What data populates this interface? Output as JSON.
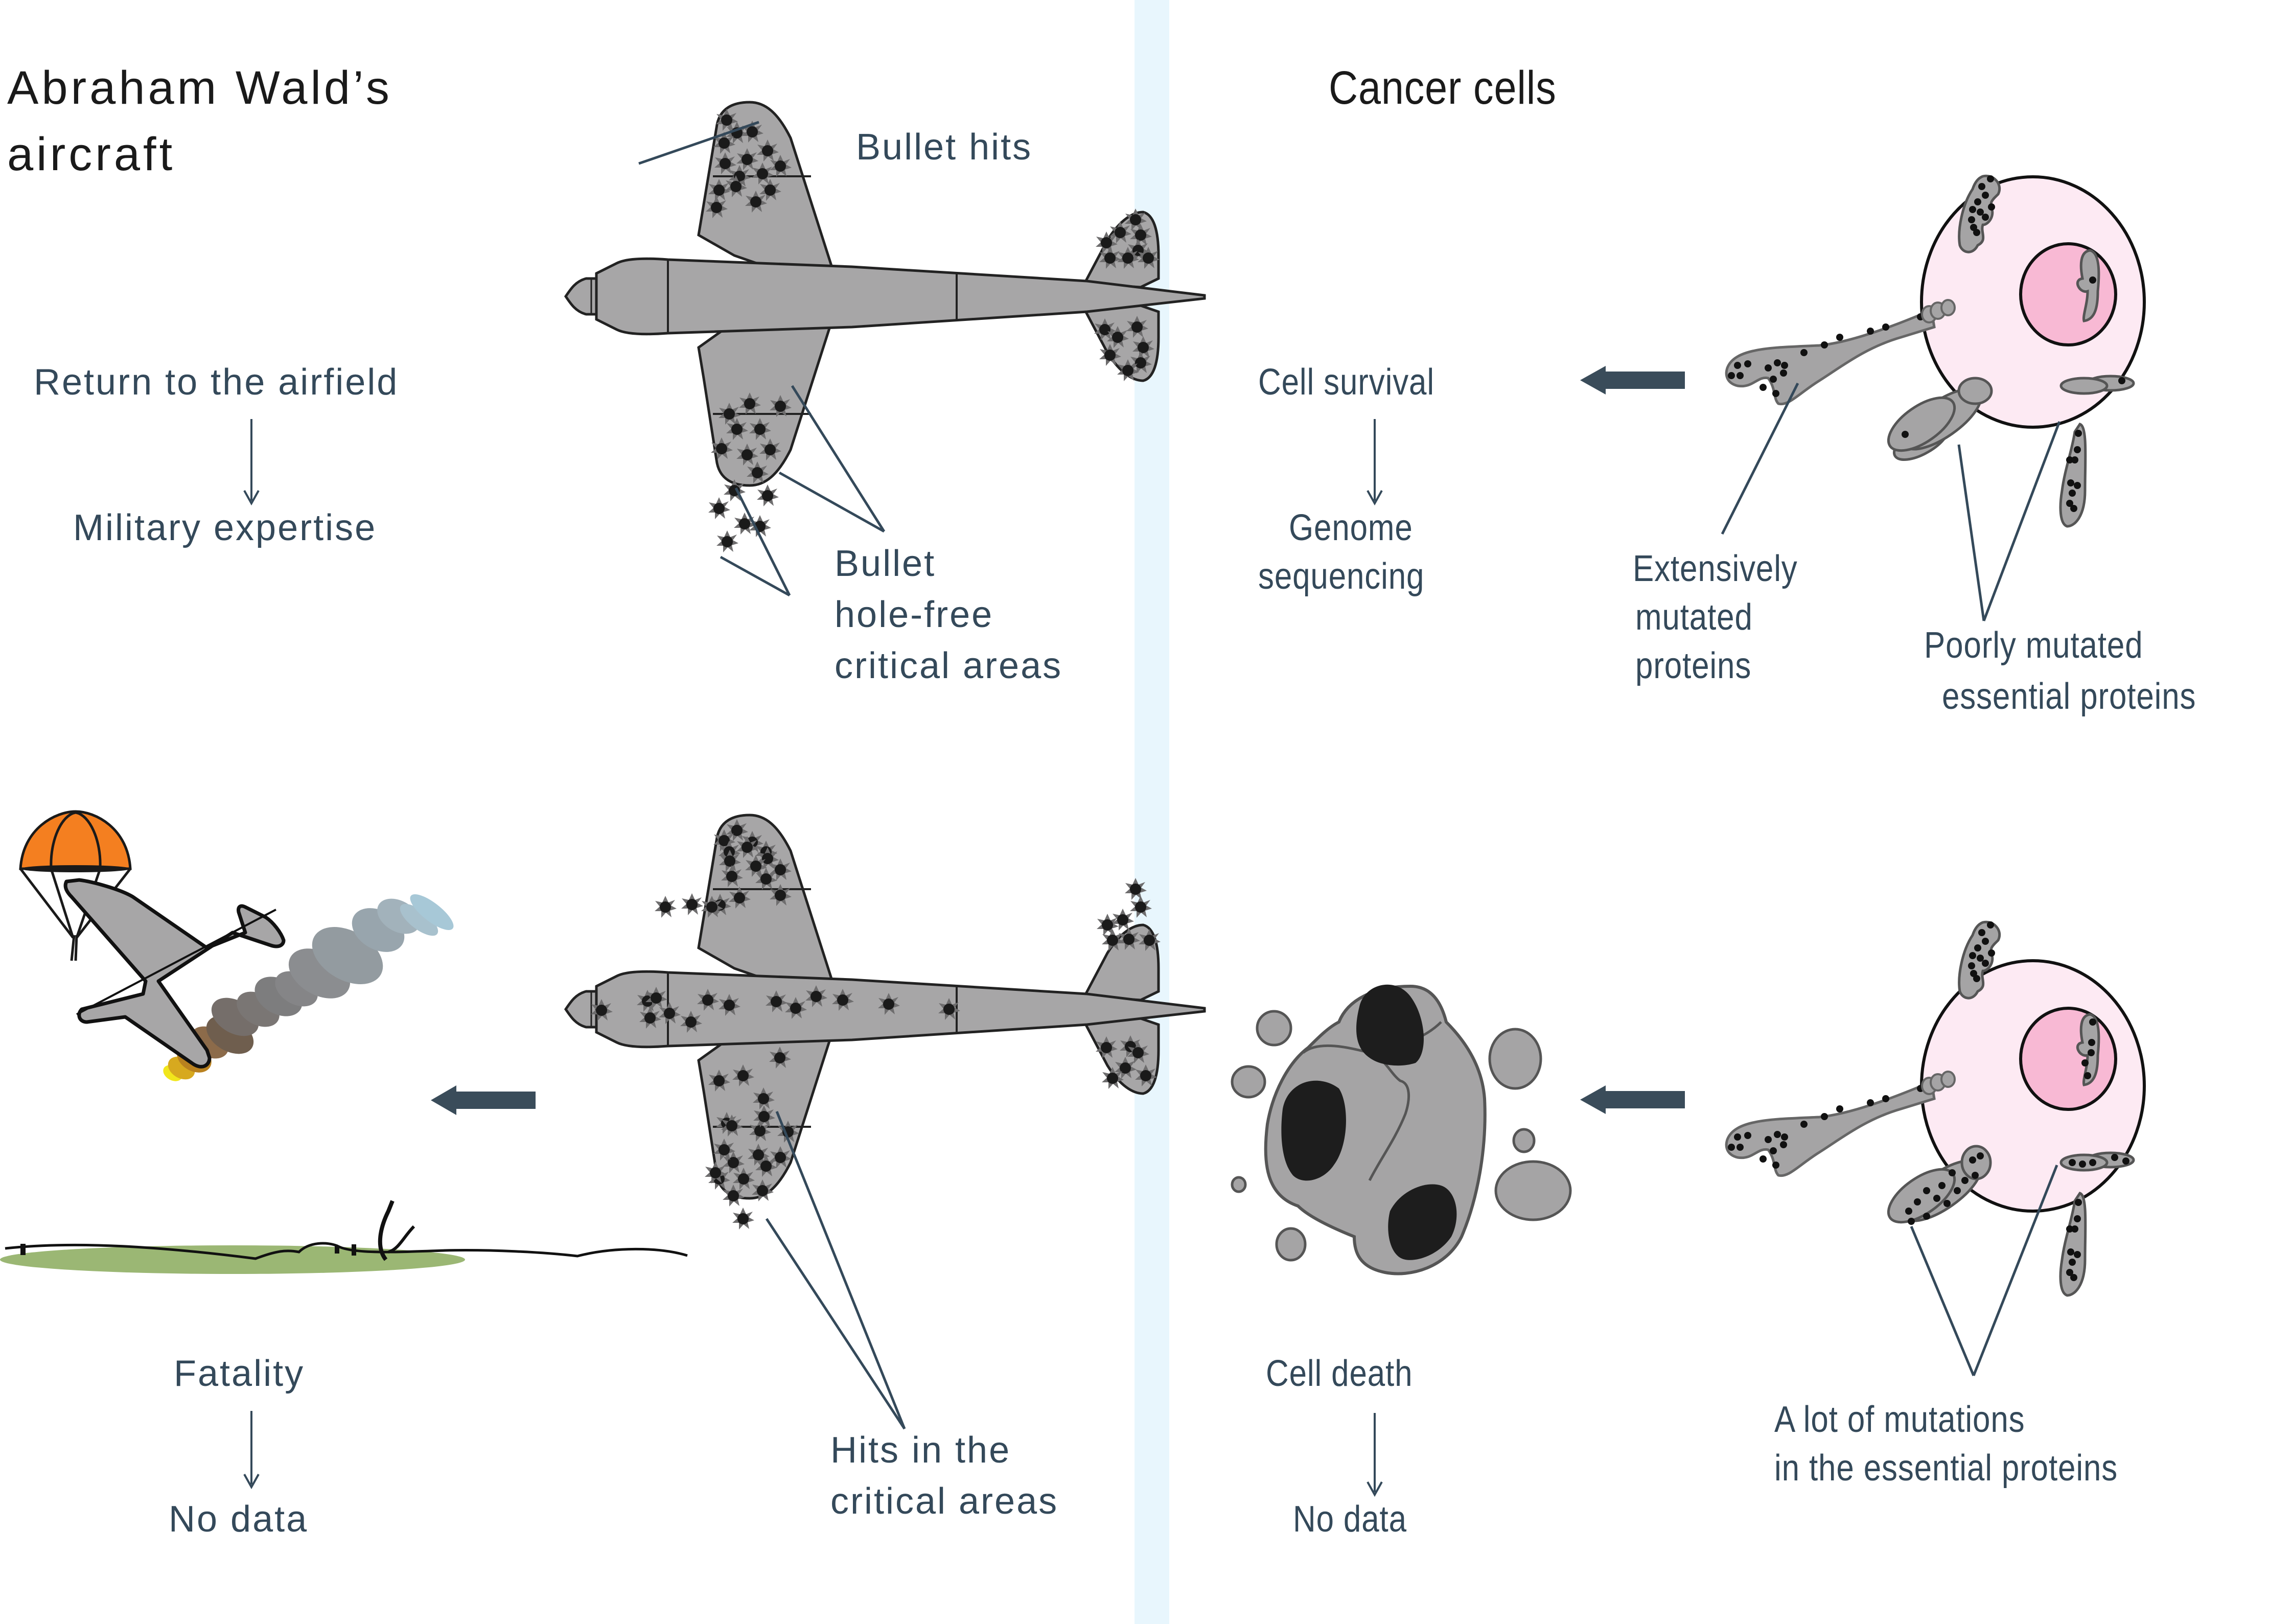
{
  "colors": {
    "text_dark": "#1a1a1a",
    "label": "#34495a",
    "arrow": "#3a4c5a",
    "divider": "#e8f6fd",
    "aircraft_fill": "#a7a6a7",
    "hole": "#1a1a1a",
    "cell_cytoplasm": "#fdeaf3",
    "cell_nucleus": "#f8b9d4",
    "protein": "#a5a4a5",
    "parachute": "#f47f20",
    "grass": "#9bb774"
  },
  "left_panel": {
    "title_line1": "Abraham Wald’s",
    "title_line2": "aircraft",
    "top": {
      "outcome": "Return to the airfield",
      "result": "Military expertise",
      "callout_hits": "Bullet hits",
      "callout_free_line1": "Bullet",
      "callout_free_line2": "hole-free",
      "callout_free_line3": "critical areas",
      "icons": [
        "aircraft-with-bullet-holes-icon"
      ]
    },
    "bottom": {
      "outcome": "Fatality",
      "result": "No data",
      "callout_line1": "Hits in the",
      "callout_line2": "critical areas",
      "icons": [
        "parachute-icon",
        "crashing-aircraft-icon",
        "smoke-trail-icon",
        "ground-icon"
      ]
    }
  },
  "right_panel": {
    "title": "Cancer cells",
    "top": {
      "outcome": "Cell survival",
      "result_line1": "Genome",
      "result_line2": "sequencing",
      "callout_extensive_line1": "Extensively",
      "callout_extensive_line2": "mutated",
      "callout_extensive_line3": "proteins",
      "callout_poor_line1": "Poorly mutated",
      "callout_poor_line2": "essential proteins"
    },
    "bottom": {
      "outcome": "Cell death",
      "result": "No data",
      "callout_line1": "A lot of mutations",
      "callout_line2": "in the essential proteins",
      "icons": [
        "dying-cell-icon",
        "cancer-cell-icon"
      ]
    }
  }
}
